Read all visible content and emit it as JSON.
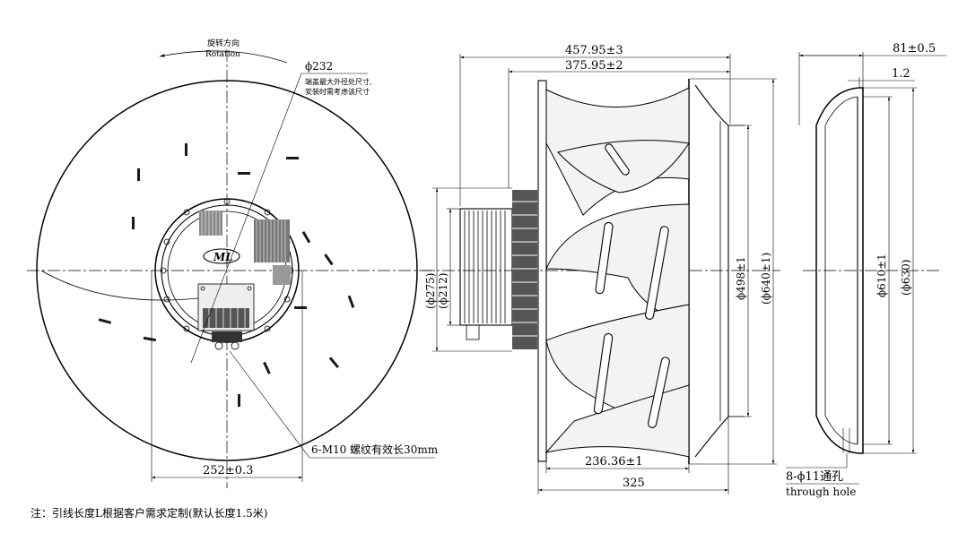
{
  "front_view": {
    "rotation_cn": "旋转方向",
    "rotation_en": "Rotation",
    "endcap_dia": "ϕ232",
    "endcap_note_line1": "端盖最大外径处尺寸,",
    "endcap_note_line2": "安装时需考虑该尺寸",
    "logo_text": "ML",
    "thread_note": "6-M10 螺纹有效长30mm",
    "bolt_circle": "252±0.3"
  },
  "side_view": {
    "overall_length": "457.95±3",
    "impeller_length": "375.95±2",
    "dia_275": "(ϕ275)",
    "dia_212": "(ϕ212)",
    "dia_498": "ϕ498±1",
    "dia_640": "(ϕ640±1)",
    "depth_236": "236.36±1",
    "depth_325": "325"
  },
  "ring_view": {
    "width": "81±0.5",
    "thickness": "1.2",
    "dia_610": "ϕ610±1",
    "dia_630": "(ϕ630)",
    "holes_label": "8-ϕ11通孔",
    "holes_en": "through hole"
  },
  "footnote": "注：引线长度L根据客户需求定制(默认长度1.5米)"
}
